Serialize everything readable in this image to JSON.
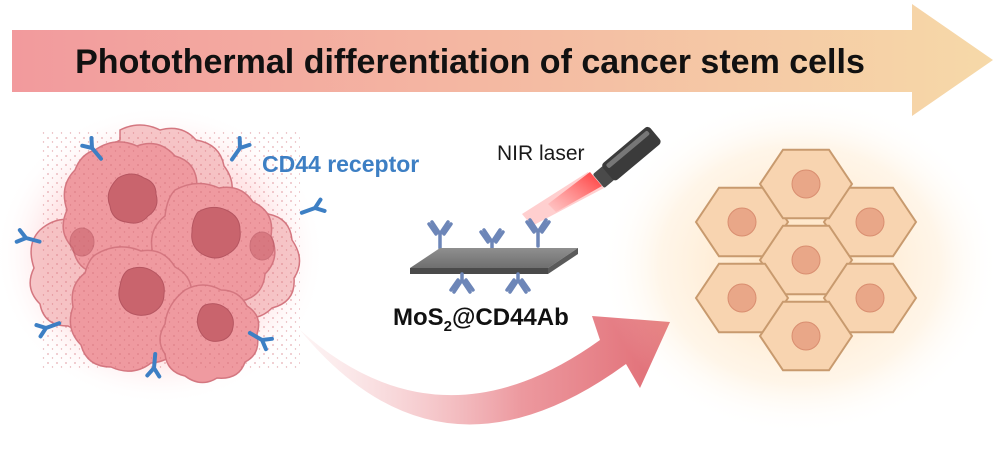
{
  "title": "Photothermal differentiation of cancer stem cells",
  "labels": {
    "receptor": "CD44 receptor",
    "laser": "NIR laser",
    "material_prefix": "MoS",
    "material_subscript": "2",
    "material_suffix": "@CD44Ab"
  },
  "icons": {
    "cancer_cluster": "cancer-stem-cell-cluster-icon",
    "receptor": "y-shaped-receptor-icon",
    "laser": "laser-pointer-icon",
    "antibody": "antibody-icon",
    "nanosheet": "nanosheet-platform-icon",
    "differentiated_cells": "hexagonal-differentiated-cells-icon"
  },
  "colors": {
    "banner_start": "#f29a9d",
    "banner_end": "#f6d9a8",
    "receptor_blue": "#3d7fc4",
    "antibody_blue": "#6d86b8",
    "laser_beam": "#ff3030",
    "cancer_fill": "#ef9aa0",
    "nucleus": "#c9646d",
    "hex_fill": "#f8d4b0",
    "hex_stroke": "#c89a6e",
    "hex_nucleus": "#e9a788"
  }
}
